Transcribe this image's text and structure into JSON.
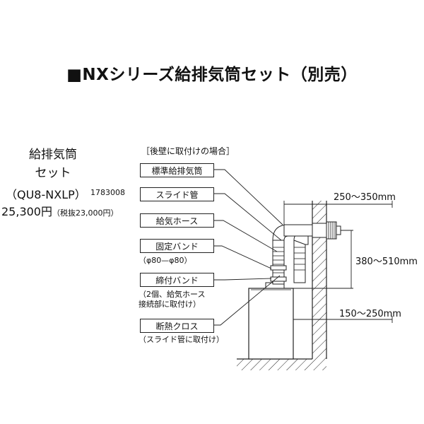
{
  "title": "■NXシリーズ給排気筒セット（別売）",
  "product": {
    "name_line1": "給排気筒",
    "name_line2": "セット",
    "code": "（QU8-NXLP）",
    "part_number": "1783008",
    "price": "25,300円",
    "price_tax": "（税抜23,000円）"
  },
  "diagram": {
    "caption": "［後壁に取付けの場合］",
    "labels": [
      {
        "text": "標準給排気筒"
      },
      {
        "text": "スライド管"
      },
      {
        "text": "給気ホース"
      },
      {
        "text": "固定バンド",
        "note_lines": [
          "（φ80—φ80）"
        ]
      },
      {
        "text": "締付バンド",
        "note_lines": [
          "（2個、給気ホース",
          "接続部に取付け）"
        ]
      },
      {
        "text": "断熱クロス",
        "note_lines": [
          "（スライド管に取付け）"
        ]
      }
    ],
    "dimensions": {
      "horizontal_top": "250～350mm",
      "vertical": "380～510mm",
      "horizontal_bottom": "150～250mm"
    }
  },
  "colors": {
    "line": "#222222",
    "background": "#ffffff"
  }
}
